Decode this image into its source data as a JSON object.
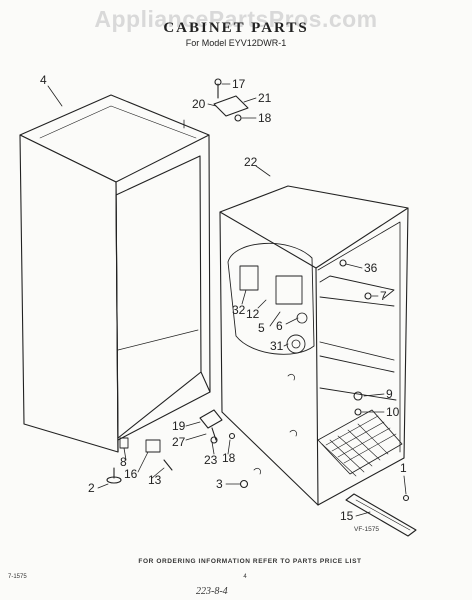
{
  "watermark": "AppliancePartsPros.com",
  "title": "CABINET PARTS",
  "subtitle": "For Model EYV12DWR-1",
  "callouts": {
    "c4": "4",
    "c17": "17",
    "c20": "20",
    "c21": "21",
    "c18a": "18",
    "c22": "22",
    "c36": "36",
    "c7": "7",
    "c32": "32",
    "c12": "12",
    "c5": "5",
    "c6": "6",
    "c31": "31",
    "c9": "9",
    "c10": "10",
    "c19": "19",
    "c27": "27",
    "c23": "23",
    "c18b": "18",
    "c8": "8",
    "c16": "16",
    "c13": "13",
    "c2": "2",
    "c3": "3",
    "c1": "1",
    "c15": "15"
  },
  "vf_code": "VF-1575",
  "footer": "FOR ORDERING INFORMATION REFER TO PARTS PRICE LIST",
  "bottom_left_code": "7-1575",
  "bottom_center_code": "4",
  "handwritten_note": "223-8-4"
}
